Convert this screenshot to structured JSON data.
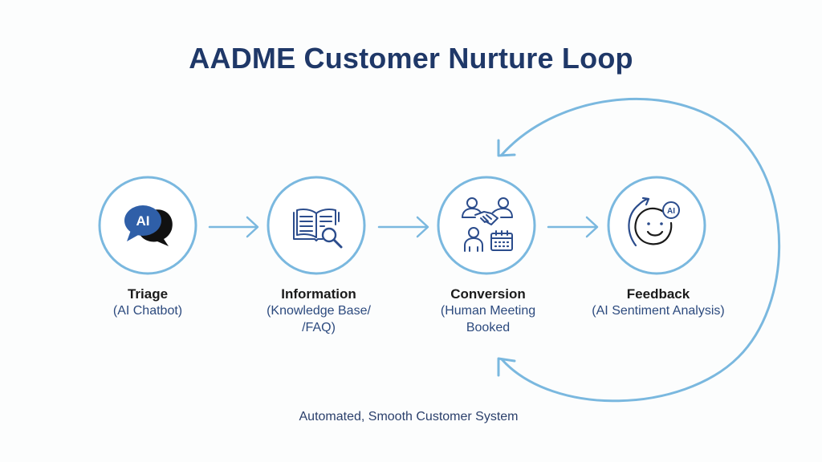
{
  "title": "AADME Customer Nurture Loop",
  "colors": {
    "title": "#1f3868",
    "ring": "#7ab8df",
    "icon_navy": "#2b4c8c",
    "icon_blue": "#2f5fa8",
    "subtitle": "#2c4a7e"
  },
  "stages": [
    {
      "name": "Triage",
      "subtitle": "(AI Chatbot)",
      "icon": "ai-chat-bubbles-icon",
      "icon_text": "AI"
    },
    {
      "name": "Information",
      "subtitle": "(Knowledge Base/\n/FAQ)",
      "icon": "book-magnifier-icon"
    },
    {
      "name": "Conversion",
      "subtitle": "(Human Meeting\nBooked",
      "icon": "handshake-meeting-calendar-icon"
    },
    {
      "name": "Feedback",
      "subtitle": "(AI Sentiment Analysis)",
      "icon": "smiley-ai-sentiment-icon",
      "icon_text": "AI"
    }
  ],
  "flow_arrows": [
    "right-arrow",
    "right-arrow",
    "right-arrow"
  ],
  "loop": {
    "direction": "clockwise-return",
    "from": "Feedback",
    "to": "Conversion"
  },
  "footer": "Automated, Smooth Customer System"
}
